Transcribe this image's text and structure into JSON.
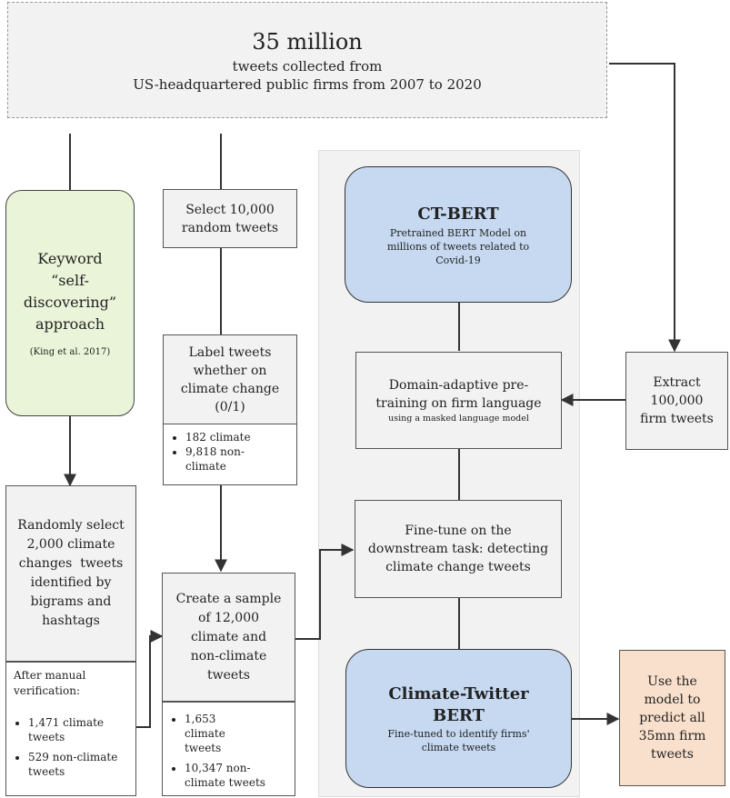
{
  "top": {
    "headline": "35 million",
    "line1": "tweets collected from",
    "line2": "US-headquartered public firms from 2007 to 2020"
  },
  "keyword": {
    "line1": "Keyword",
    "line2": "“self-",
    "line3": "discovering”",
    "line4": "approach",
    "cite": "(King et al. 2017)"
  },
  "select": {
    "line1": "Select 10,000",
    "line2": "random tweets"
  },
  "label": {
    "line1": "Label tweets",
    "line2": "whether on",
    "line3": "climate change",
    "line4": "(0/1)",
    "bullets": [
      "182 climate",
      "9,818 non-climate"
    ]
  },
  "randomly": {
    "line1": "Randomly select",
    "line2": "2,000 climate",
    "line3": "changes  tweets",
    "line4": "identified by",
    "line5": "bigrams and",
    "line6": "hashtags",
    "after": "After manual verification:",
    "bullets": [
      "1,471 climate tweets",
      "529 non-climate tweets"
    ]
  },
  "sample": {
    "line1": "Create a sample",
    "line2": "of 12,000",
    "line3": "climate and",
    "line4": "non-climate",
    "line5": "tweets",
    "bullets": [
      "1,653 climate tweets",
      "10,347 non-climate tweets"
    ]
  },
  "ctbert": {
    "title": "CT-BERT",
    "line1": "Pretrained BERT Model on",
    "line2": "millions of tweets related to",
    "line3": "Covid-19"
  },
  "domain": {
    "line1": "Domain-adaptive pre-",
    "line2": "training on firm language",
    "line3": "using a masked language model"
  },
  "finetune": {
    "line1": "Fine-tune on the",
    "line2": "downstream task: detecting",
    "line3": "climate change tweets"
  },
  "ctw": {
    "title1": "Climate-Twitter",
    "title2": "BERT",
    "line1": "Fine-tuned to identify firms'",
    "line2": "climate tweets"
  },
  "extract": {
    "line1": "Extract",
    "line2": "100,000",
    "line3": "firm tweets"
  },
  "predict": {
    "line1": "Use the",
    "line2": "model to",
    "line3": "predict all",
    "line4": "35mn firm",
    "line5": "tweets"
  },
  "colors": {
    "green": "#eaf4d9",
    "blue": "#c6d9f1",
    "peach": "#f9e0cc",
    "panel": "#f2f2f2",
    "line": "#333333"
  }
}
